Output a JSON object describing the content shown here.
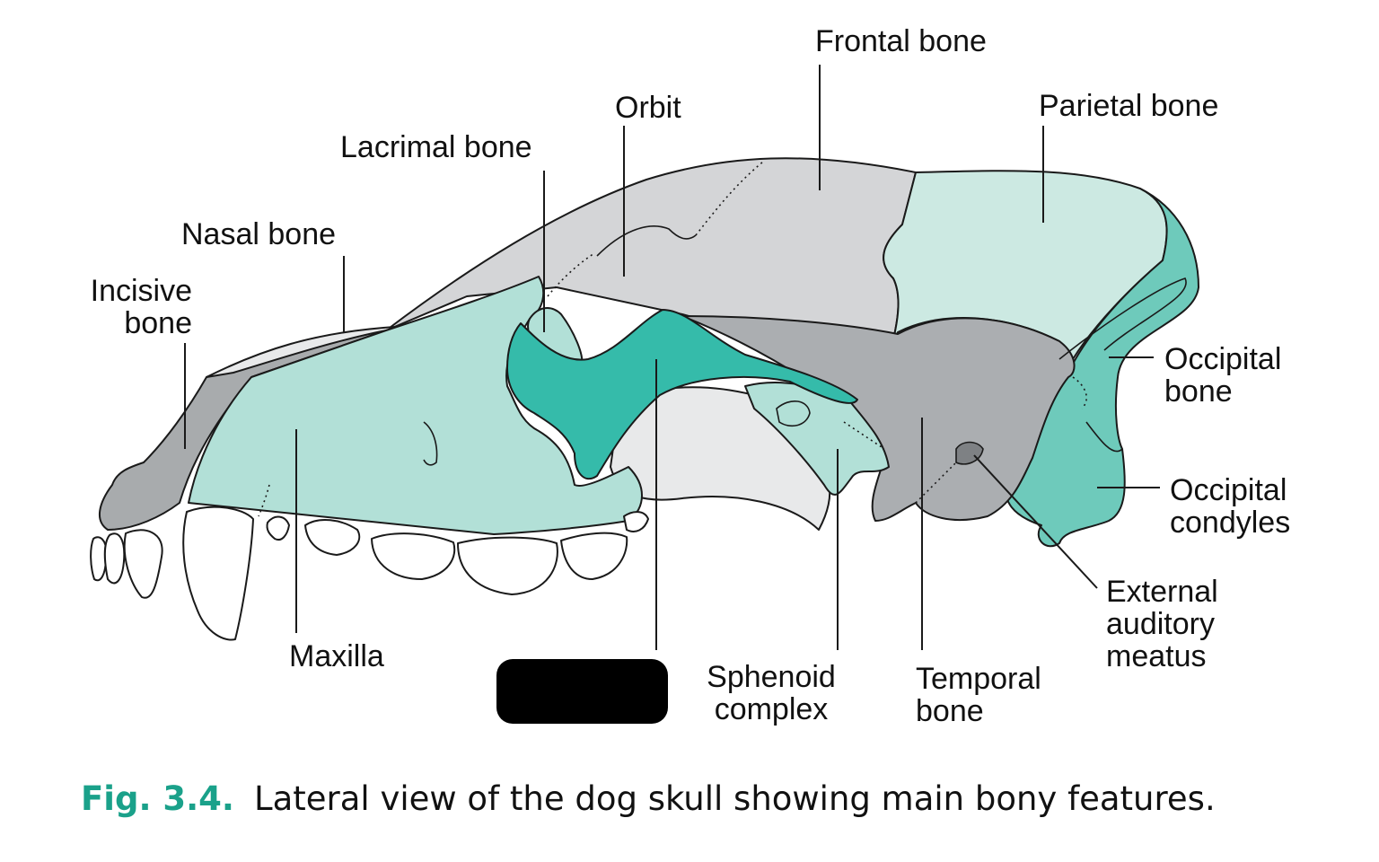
{
  "labels": {
    "frontal_bone": "Frontal bone",
    "orbit": "Orbit",
    "lacrimal_bone": "Lacrimal bone",
    "parietal_bone": "Parietal bone",
    "nasal_bone": "Nasal bone",
    "incisive_bone": [
      "Incisive",
      "bone"
    ],
    "occipital_bone": [
      "Occipital",
      "bone"
    ],
    "occipital_condyles": [
      "Occipital",
      "condyles"
    ],
    "external_auditory_meatus": [
      "External",
      "auditory",
      "meatus"
    ],
    "maxilla": "Maxilla",
    "sphenoid_complex": [
      "Sphenoid",
      "complex"
    ],
    "temporal_bone": [
      "Temporal",
      "bone"
    ]
  },
  "caption": {
    "figure_number": "Fig. 3.4.",
    "text": "Lateral view of the dog skull showing main bony features."
  },
  "colors": {
    "frontal": "#d4d5d7",
    "parietal": "#cce9e2",
    "maxilla": "#b2e0d7",
    "zygomatic": "#35bbaa",
    "temporal": "#abaeb1",
    "occipital": "#6ecabb",
    "incisive": "#a8abad",
    "sphenoid": "#b2e0d7",
    "palatine": "#e8e9ea",
    "teeth": "#ffffff",
    "caption_accent": "#1aa18a"
  }
}
